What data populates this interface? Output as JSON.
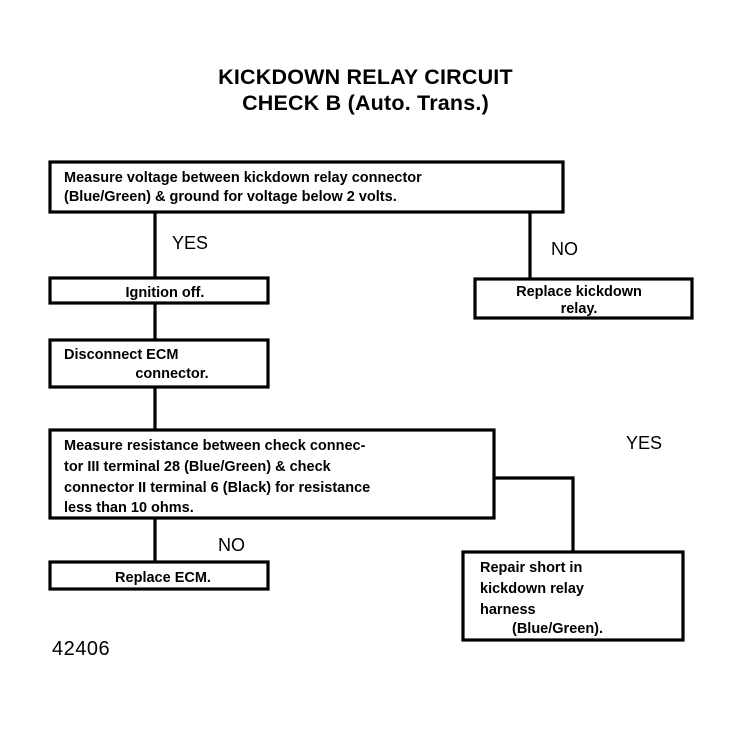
{
  "title": {
    "line1": "KICKDOWN RELAY CIRCUIT",
    "line2": "CHECK B (Auto. Trans.)"
  },
  "figure_number": "42406",
  "nodes": {
    "measure_voltage": {
      "name": "measure-voltage-box",
      "lines": [
        "Measure voltage between kickdown relay connector",
        "(Blue/Green) & ground for voltage below 2 volts."
      ]
    },
    "ignition_off": {
      "name": "ignition-off-box",
      "lines": [
        "Ignition off."
      ]
    },
    "replace_relay": {
      "name": "replace-kickdown-relay-box",
      "lines": [
        "Replace kickdown",
        "relay."
      ]
    },
    "disconnect_ecm": {
      "name": "disconnect-ecm-box",
      "lines": [
        "Disconnect ECM",
        "connector."
      ]
    },
    "measure_resistance": {
      "name": "measure-resistance-box",
      "lines": [
        "Measure resistance between check connec-",
        "tor III  terminal  28  (Blue/Green)  &  check",
        "connector II terminal 6 (Black) for resistance",
        "less than 10 ohms."
      ]
    },
    "replace_ecm": {
      "name": "replace-ecm-box",
      "lines": [
        "Replace ECM."
      ]
    },
    "repair_short": {
      "name": "repair-short-box",
      "lines": [
        "Repair short in",
        "kickdown relay",
        "harness",
        "(Blue/Green)."
      ]
    }
  },
  "branch_labels": {
    "yes_top": "YES",
    "no_top": "NO",
    "yes_bottom": "YES",
    "no_bottom": "NO"
  },
  "colors": {
    "ink": "#000000",
    "paper": "#ffffff"
  }
}
